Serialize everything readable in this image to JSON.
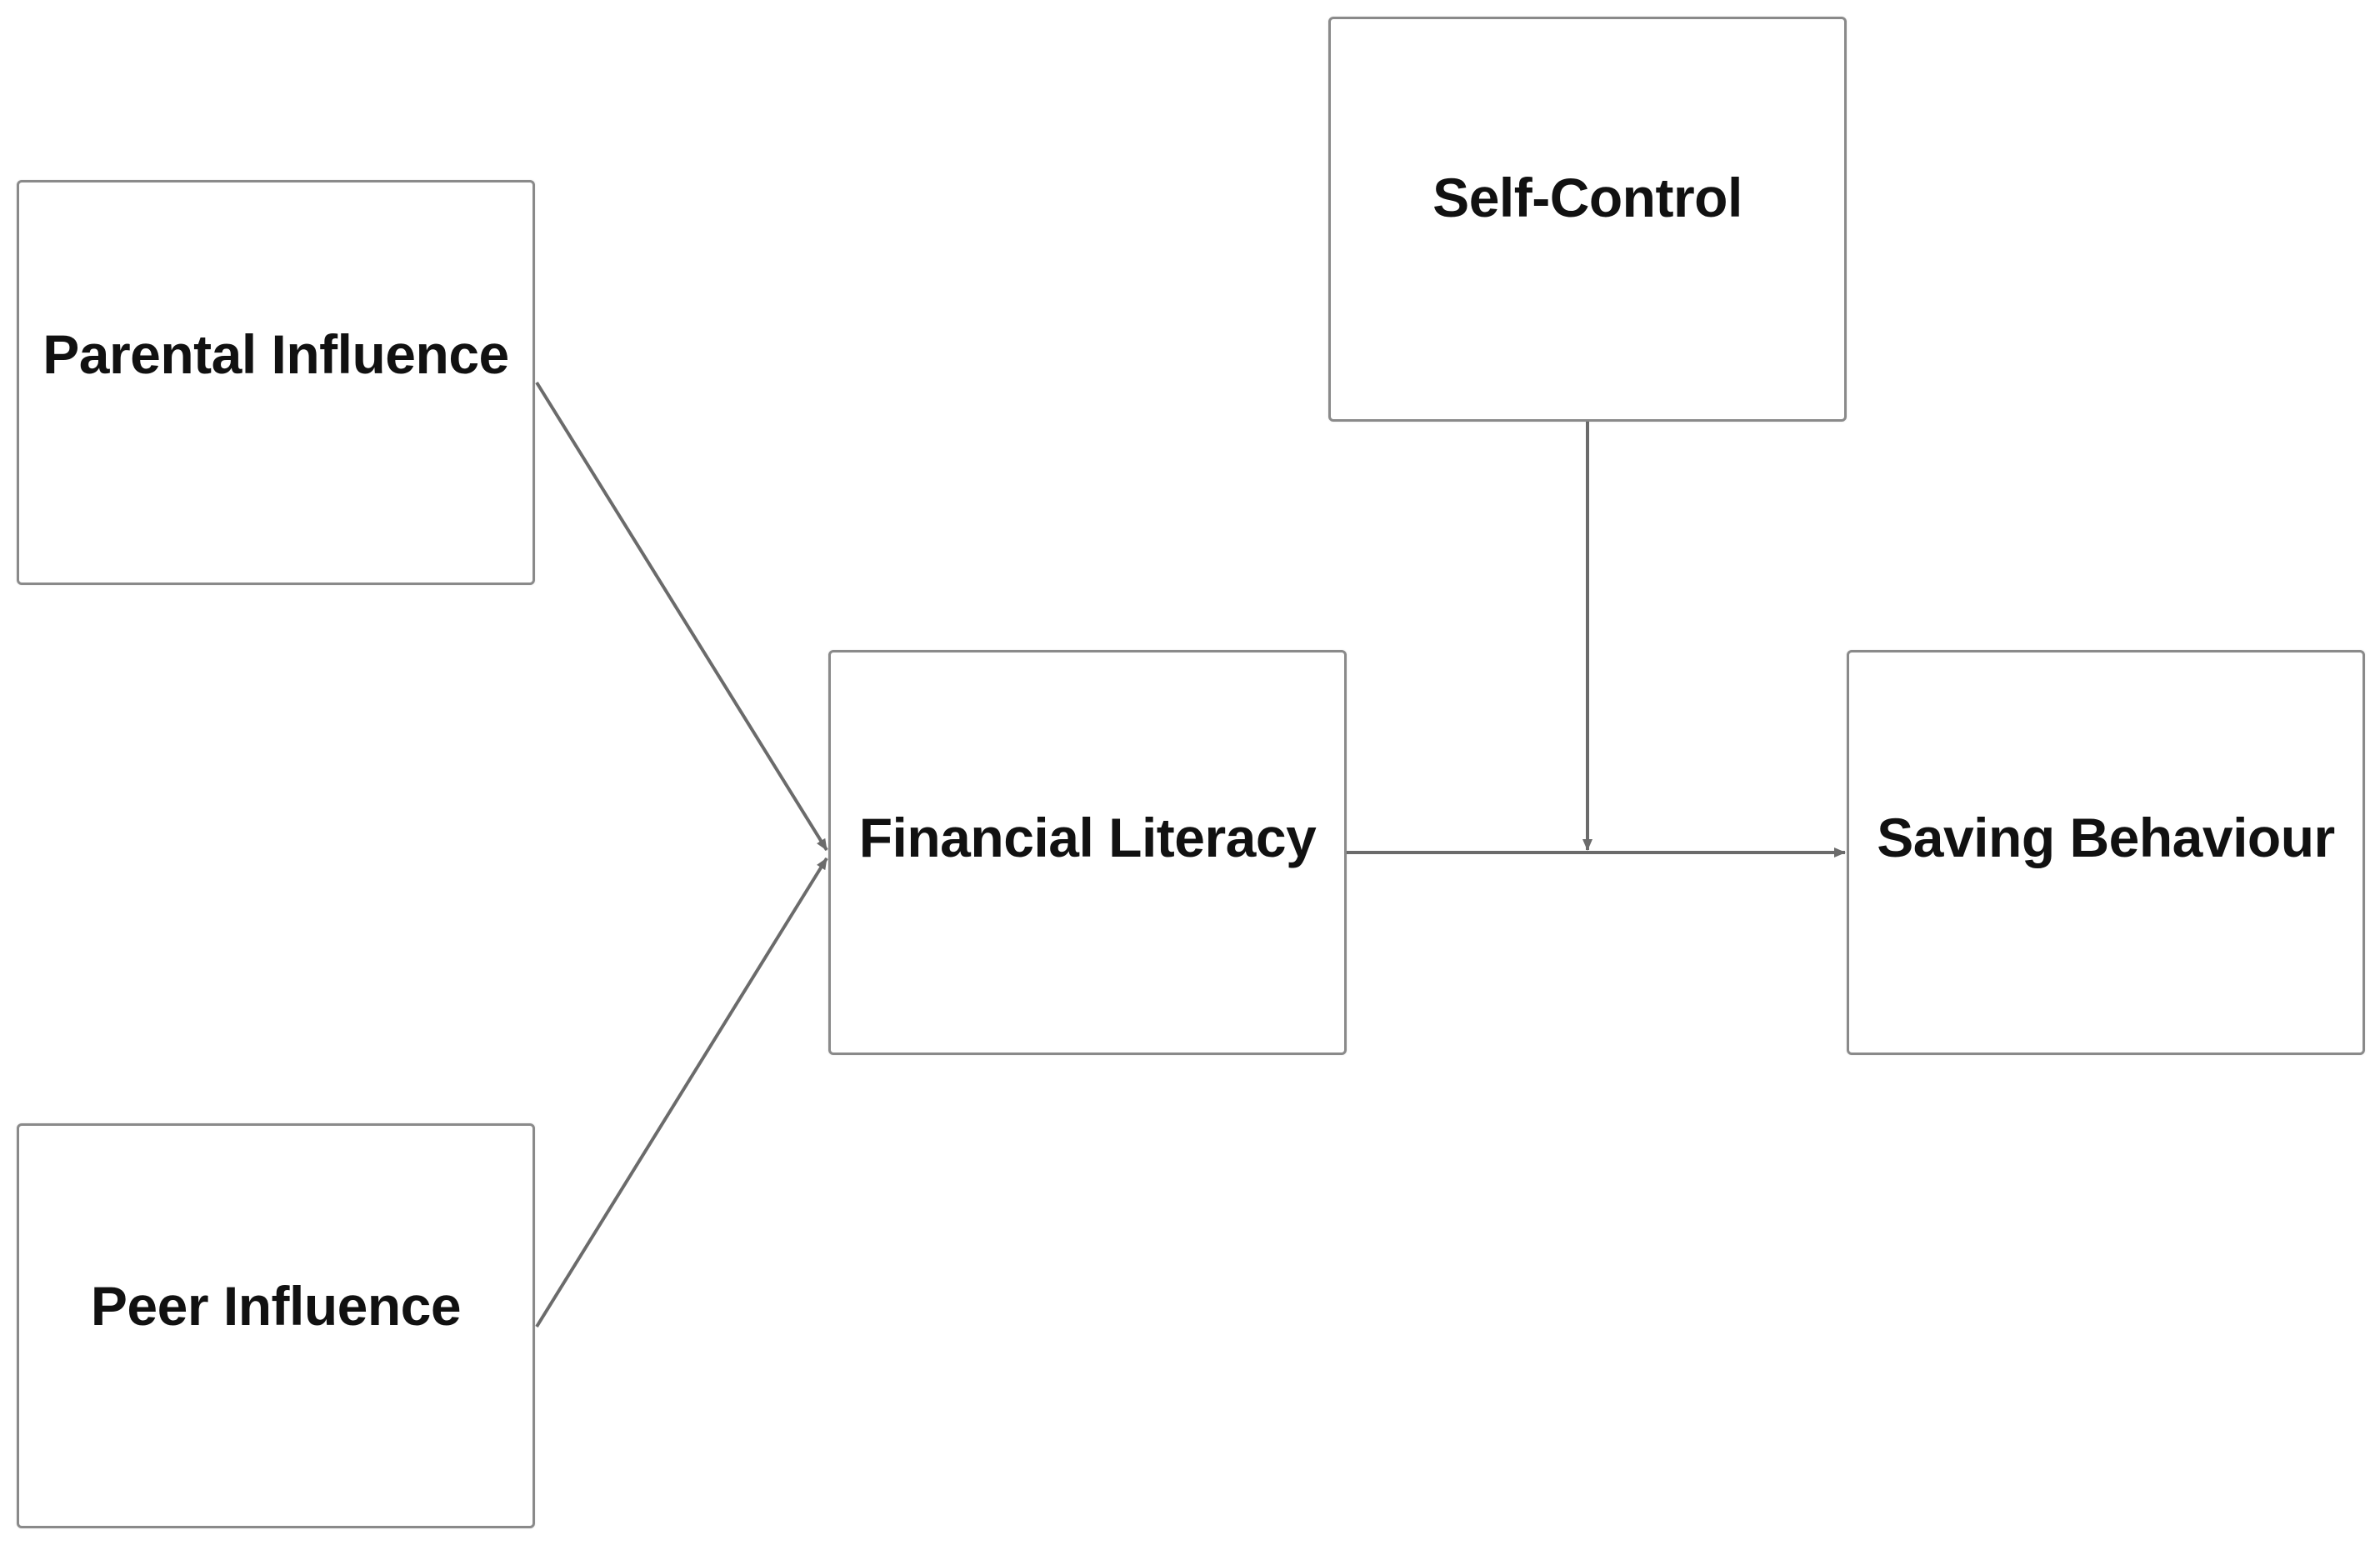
{
  "diagram": {
    "nodes": {
      "parental_influence": "Parental Influence",
      "peer_influence": "Peer Influence",
      "financial_literacy": "Financial Literacy",
      "self_control": "Self-Control",
      "saving_behaviour": "Saving Behaviour"
    },
    "colors": {
      "line": "#6b6b6b",
      "border": "#8a8a8a",
      "text": "#111111"
    }
  }
}
